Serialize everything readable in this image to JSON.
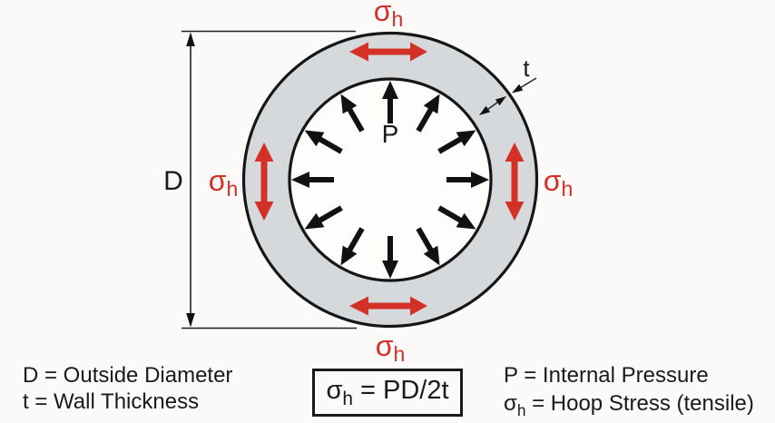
{
  "diagram": {
    "sigma": "σ",
    "sub_h": "h",
    "labels": {
      "diameter": "D",
      "thickness": "t",
      "pressure": "P"
    },
    "colors": {
      "hoop_red": "#d33028",
      "ring_gray": "#d6d9db",
      "line_black": "#161616",
      "background": "#fbfaf8"
    }
  },
  "legend": {
    "d_line": "D = Outside Diameter",
    "t_line": "t = Wall Thickness",
    "p_line": "P = Internal Pressure",
    "hoop_sigma": "σ",
    "hoop_sub": "h",
    "hoop_rest": " = Hoop Stress (tensile)"
  },
  "formula": {
    "sigma": "σ",
    "sub": "h",
    "rest": " = PD/2t"
  }
}
